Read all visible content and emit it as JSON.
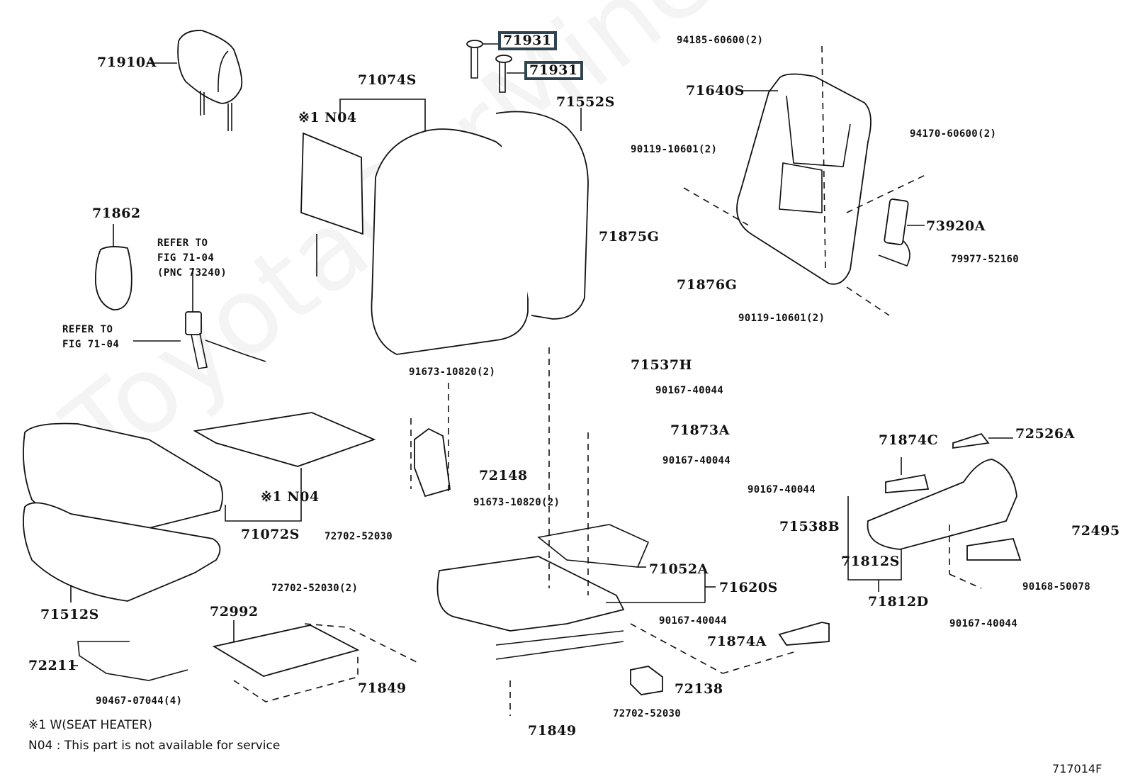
{
  "watermark": "ToyotaCarMine.ru",
  "figure_id": "717014F",
  "notes": {
    "note1": "※1  W(SEAT  HEATER)",
    "note2": "N04 : This part is not available for service"
  },
  "highlight_color": "#2f4350",
  "labels": {
    "l71910A": "71910A",
    "l71931a": "71931",
    "l71931b": "71931",
    "l71074S": "71074S",
    "l71552S": "71552S",
    "lN04top": "※1 N04",
    "l94185": "94185-60600(2)",
    "l71640S": "71640S",
    "l90119a": "90119-10601(2)",
    "l94170": "94170-60600(2)",
    "l73920A": "73920A",
    "l71875G": "71875G",
    "l71876G": "71876G",
    "l79977": "79977-52160",
    "l90119b": "90119-10601(2)",
    "l71862": "71862",
    "ref1a": "REFER TO",
    "ref1b": "FIG 71-04",
    "ref1c": "(PNC 73240)",
    "ref2a": "REFER TO",
    "ref2b": "FIG 71-04",
    "l71537H": "71537H",
    "l90167a": "90167-40044",
    "l91673a": "91673-10820(2)",
    "l71873A": "71873A",
    "l90167b": "90167-40044",
    "l72148": "72148",
    "l91673b": "91673-10820(2)",
    "lN04mid": "※1 N04",
    "l71072S": "71072S",
    "l90167c": "90167-40044",
    "l71538B": "71538B",
    "l71874C": "71874C",
    "l72526A": "72526A",
    "l72495": "72495",
    "l71812S": "71812S",
    "l90168": "90168-50078",
    "l71812D": "71812D",
    "l90167e": "90167-40044",
    "l72702a": "72702-52030",
    "l71052A": "71052A",
    "l71620S": "71620S",
    "l72702b": "72702-52030(2)",
    "l90167d": "90167-40044",
    "l71874A": "71874A",
    "l71512S": "71512S",
    "l72992": "72992",
    "l72211": "72211",
    "l90467": "90467-07044(4)",
    "l71849a": "71849",
    "l72138": "72138",
    "l72702c": "72702-52030",
    "l71849b": "71849"
  }
}
